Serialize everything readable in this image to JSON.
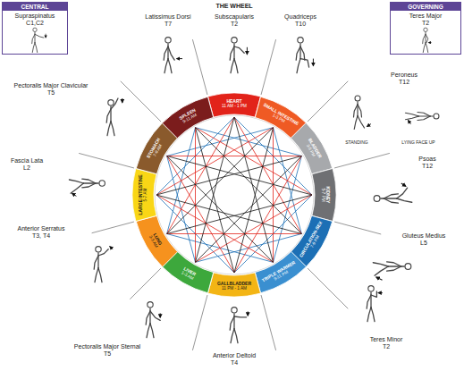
{
  "diagram": {
    "title": "THE WHEEL",
    "nodes": [
      {
        "text": [
          "CENTRAL",
          "Supraspinatus",
          "C1,C2"
        ]
      },
      {
        "text": [
          "GOVERNING",
          "Teres Major",
          "T2"
        ]
      },
      {
        "text": [
          "HEART",
          "11 AM - 1 PM"
        ]
      },
      {
        "text": [
          "SMALL INTESTINE",
          "1-3 PM"
        ]
      },
      {
        "text": [
          "BLADDER",
          "3-5 PM"
        ]
      },
      {
        "text": [
          "KIDNEY",
          "5-7 PM"
        ]
      },
      {
        "text": [
          "CIRCULATION-SEX",
          "7-9 PM"
        ]
      },
      {
        "text": [
          "TRIPLE WARMER",
          "9-11 PM"
        ]
      },
      {
        "text": [
          "GALLBLADDER",
          "11 PM - 1 AM"
        ]
      },
      {
        "text": [
          "LIVER",
          "1-3 AM"
        ]
      },
      {
        "text": [
          "LUNG",
          "3-5 AM"
        ]
      },
      {
        "text": [
          "LARGE INTESTINE",
          "5-7 AM"
        ]
      },
      {
        "text": [
          "STOMACH",
          "7-9 AM"
        ]
      },
      {
        "text": [
          "SPLEEN",
          "9-11 AM"
        ]
      }
    ],
    "labels": [
      "Subscapularis",
      "T2",
      "Quadriceps",
      "T10",
      "Peroneus",
      "T12",
      "STANDING",
      "LYING FACE UP",
      "Psoas",
      "T12",
      "Gluteus Medius",
      "L5",
      "Teres Minor",
      "T2",
      "Anterior Deltoid",
      "T4",
      "Pectoralis Major Sternal",
      "T5",
      "Anterior Serratus",
      "T3, T4",
      "Fascia Lata",
      "L2",
      "Pectoralis Major Clavicular",
      "T5",
      "Latissimus Dorsi",
      "T7"
    ]
  }
}
